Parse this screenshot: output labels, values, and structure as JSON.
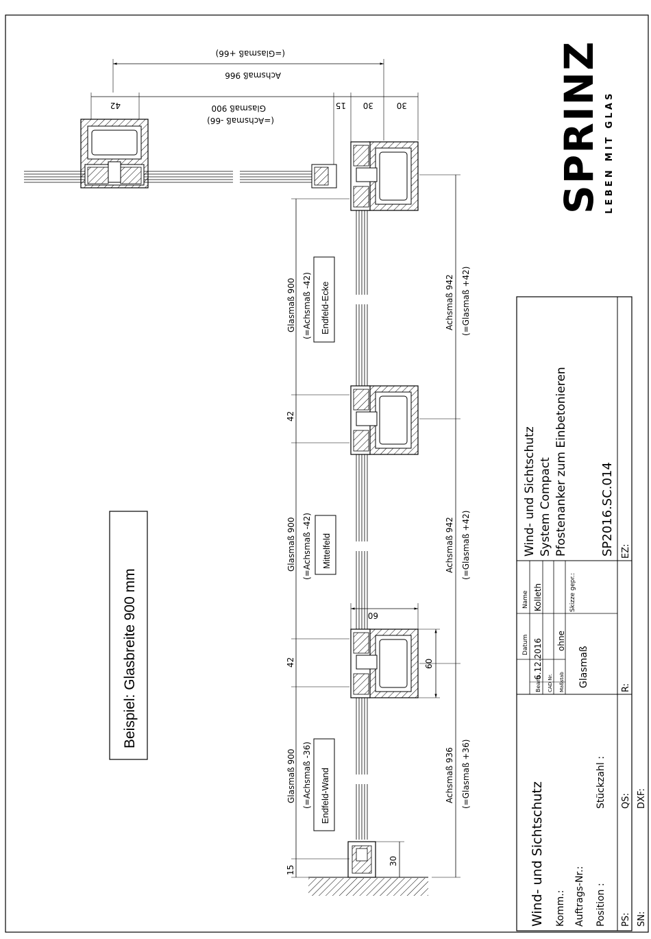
{
  "logo": {
    "brand": "SPRINZ",
    "tagline": "LEBEN MIT GLAS"
  },
  "example_label": "Beispiel: Glasbreite 900 mm",
  "top_view": {
    "achsmass_label": "Achsmaß 966",
    "achsmass_note": "(=Glasmaß +66)",
    "glasmass_label": "Glasmaß 900",
    "glasmass_note": "(=Achsmaß -66)",
    "dim_42": "42",
    "dim_15": "15",
    "dim_30a": "30",
    "dim_30b": "30"
  },
  "fields": [
    {
      "glasmass": "Glasmaß 900",
      "note": "(=Achsmaß -42)",
      "name": "Endfeld-Ecke",
      "achsmass": "Achsmaß 942",
      "achs_note": "(=Glasmaß +42)"
    },
    {
      "glasmass": "Glasmaß 900",
      "note": "(=Achsmaß -42)",
      "name": "Mittelfeld",
      "achsmass": "Achsmaß 942",
      "achs_note": "(=Glasmaß +42)"
    },
    {
      "glasmass": "Glasmaß 900",
      "note": "(=Achsmaß -36)",
      "name": "Endfeld-Wand",
      "achsmass": "Achsmaß 936",
      "achs_note": "(=Glasmaß +36)"
    }
  ],
  "dims": {
    "gap_a": "42",
    "gap_b": "42",
    "post_width": "60",
    "post_depth": "60",
    "wall_gap": "15",
    "wall_depth": "30"
  },
  "title_block": {
    "project": "Wind- und Sichtschutz",
    "komm": "Komm.:",
    "auftrag": "Auftrags-Nr.:",
    "position": "Position :",
    "stueckzahl": "Stückzahl :",
    "ps": "PS:",
    "sn": "SN:",
    "qs": "QS:",
    "dxf": "DXF:",
    "r": "R:",
    "ez": "EZ:",
    "col_datum": "Datum",
    "col_name": "Name",
    "row_bearb": "Bearb.",
    "bearb_date": "6.12.2016",
    "bearb_name": "Kolleth",
    "row_cad": "CAD Nr.",
    "row_massstab": "Maßstab",
    "massstab_value": "ohne",
    "skizze": "Skizze gepr.:",
    "glasmass": "Glasmaß",
    "desc_1": "Wind- und Sichtschutz",
    "desc_2": "System Compact",
    "desc_3": "Pfostenanker zum Einbetonieren",
    "drawing_no": "SP2016.SC.014"
  }
}
